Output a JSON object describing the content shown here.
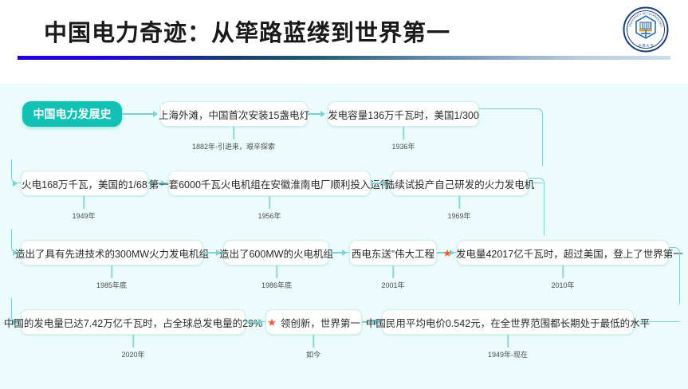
{
  "header": {
    "title": "中国电力奇迹：从筚路蓝缕到世界第一",
    "logo_name": "university-seal-logo"
  },
  "flow": {
    "start_badge": "中国电力发展史",
    "rows": [
      {
        "nodes": [
          {
            "text": "上海外滩，中国首次安装15盏电灯",
            "year": "1882年-引进来，艰辛探索",
            "star": false
          },
          {
            "text": "发电容量136万千瓦时，美国1/300",
            "year": "1936年",
            "star": false
          }
        ]
      },
      {
        "nodes": [
          {
            "text": "火电168万千瓦，美国的1/68",
            "year": "1949年",
            "star": false
          },
          {
            "text": "第一套6000千瓦火电机组在安徽淮南电厂顺利投入运行",
            "year": "1956年",
            "star": false
          },
          {
            "text": "陆续试投产自己研发的火力发电机",
            "year": "1969年",
            "star": false
          }
        ]
      },
      {
        "nodes": [
          {
            "text": "造出了具有先进技术的300MW火力发电机组",
            "year": "1985年底",
            "star": false
          },
          {
            "text": "造出了600MW的火电机组",
            "year": "1986年底",
            "star": false
          },
          {
            "text": "西电东送”伟大工程",
            "year": "2001年",
            "star": false
          },
          {
            "text": "发电量42017亿千瓦时，超过美国，登上了世界第一",
            "year": "2010年",
            "star": true
          }
        ]
      },
      {
        "nodes": [
          {
            "text": "中国的发电量已达7.42万亿千瓦时，占全球总发电量的29%",
            "year": "2020年",
            "star": false
          },
          {
            "text": "领创新，世界第一",
            "year": "如今",
            "star": true
          },
          {
            "text": "中国民用平均电价0.542元，在全世界范围都长期处于最低的水平",
            "year": "1949年-现在",
            "star": false
          }
        ]
      }
    ]
  },
  "colors": {
    "badge_teal": "#12c0b4",
    "board_bg": "#ecfbfb",
    "connector": "#7fd0d0",
    "star": "#fa5530",
    "rule_start": "#2200dd",
    "node_border": "#cfeeee"
  },
  "icons": {
    "star_glyph": "★"
  }
}
